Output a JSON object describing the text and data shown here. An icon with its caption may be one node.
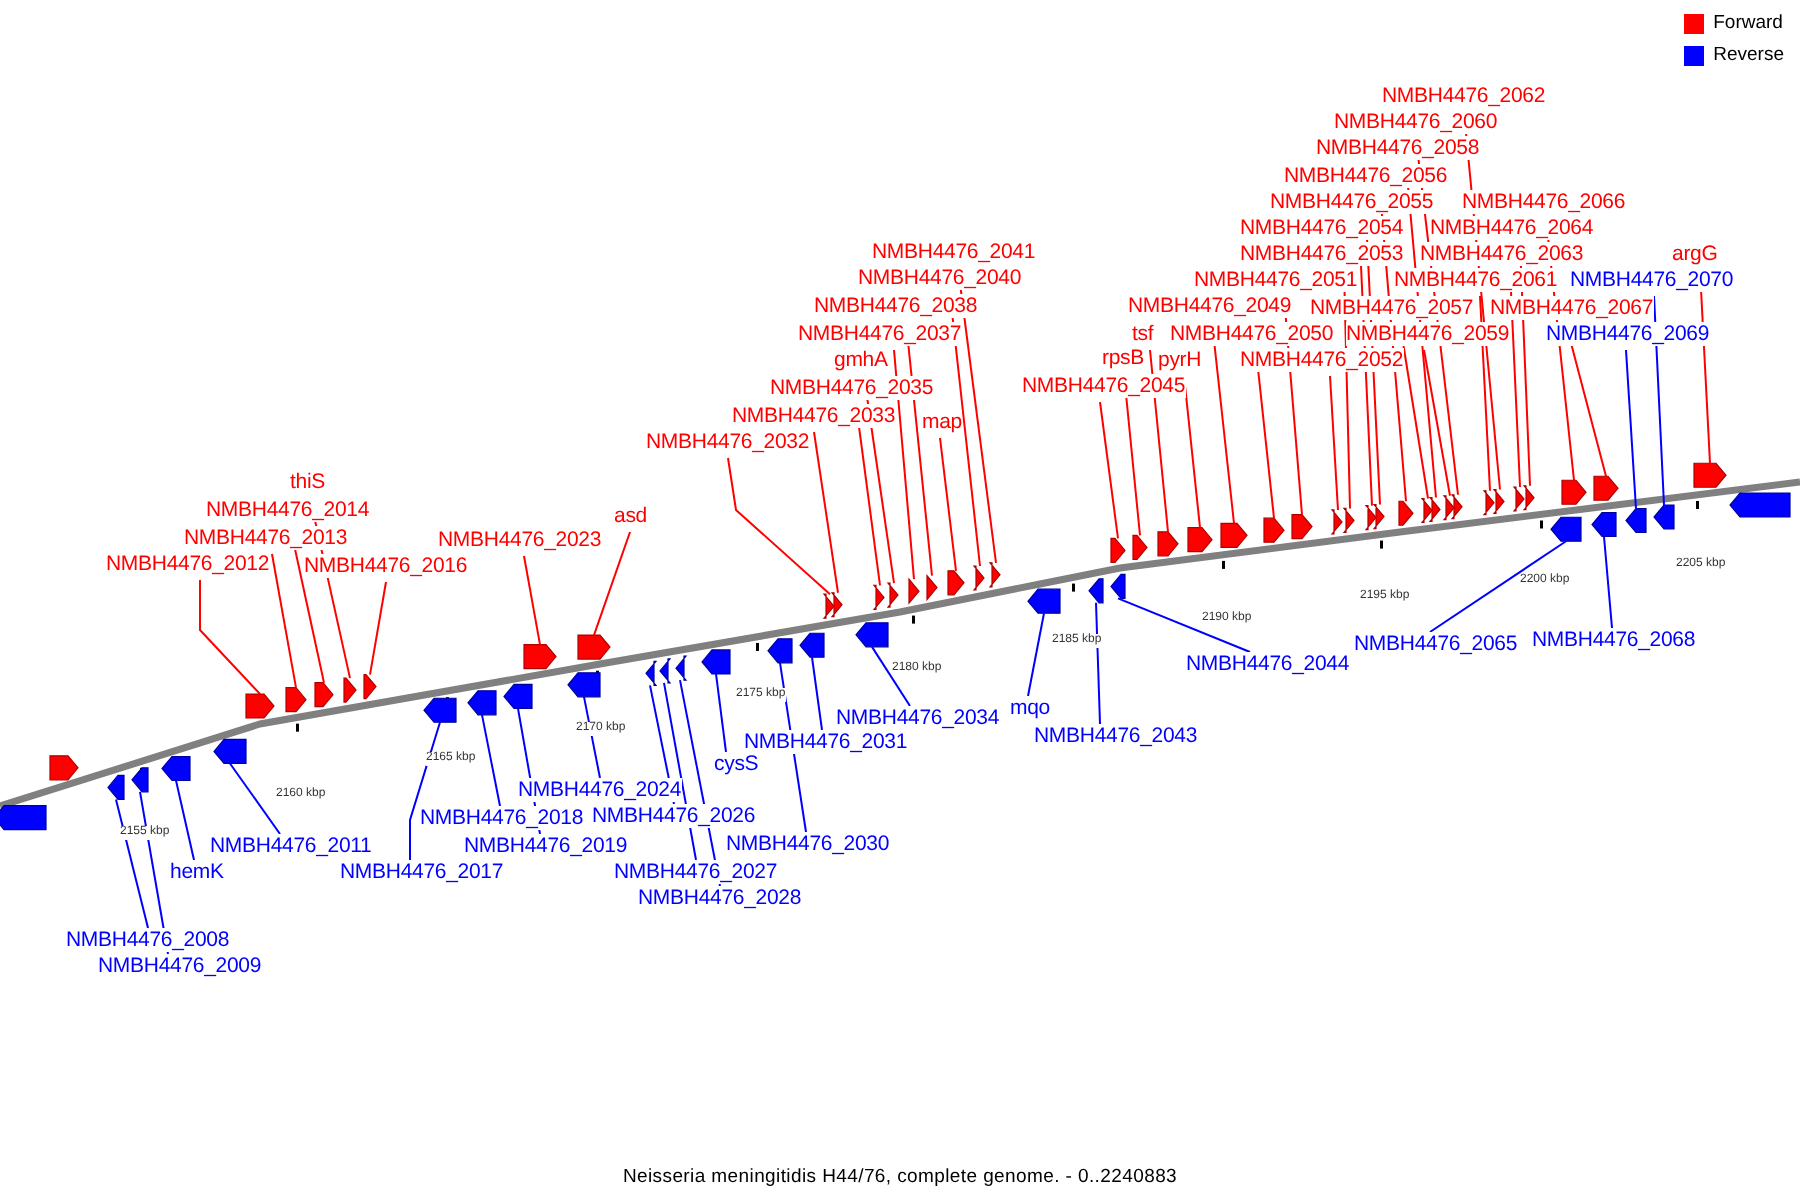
{
  "diagram": {
    "caption": "Neisseria meningitidis H44/76, complete genome. - 0..2240883",
    "nodes": [
      {
        "text": [
          "NMBH4476_2012"
        ]
      },
      {
        "text": [
          "NMBH4476_2013"
        ]
      },
      {
        "text": [
          "NMBH4476_2014"
        ]
      },
      {
        "text": [
          "thiS"
        ]
      },
      {
        "text": [
          "NMBH4476_2016"
        ]
      },
      {
        "text": [
          "NMBH4476_2023"
        ]
      },
      {
        "text": [
          "asd"
        ]
      },
      {
        "text": [
          "NMBH4476_2032"
        ]
      },
      {
        "text": [
          "NMBH4476_2033"
        ]
      },
      {
        "text": [
          "NMBH4476_2035"
        ]
      },
      {
        "text": [
          "gmhA"
        ]
      },
      {
        "text": [
          "NMBH4476_2037"
        ]
      },
      {
        "text": [
          "NMBH4476_2038"
        ]
      },
      {
        "text": [
          "map"
        ]
      },
      {
        "text": [
          "NMBH4476_2040"
        ]
      },
      {
        "text": [
          "NMBH4476_2041"
        ]
      },
      {
        "text": [
          "NMBH4476_2045"
        ]
      },
      {
        "text": [
          "rpsB"
        ]
      },
      {
        "text": [
          "tsf"
        ]
      },
      {
        "text": [
          "pyrH"
        ]
      },
      {
        "text": [
          "NMBH4476_2049"
        ]
      },
      {
        "text": [
          "NMBH4476_2050"
        ]
      },
      {
        "text": [
          "NMBH4476_2051"
        ]
      },
      {
        "text": [
          "NMBH4476_2052"
        ]
      },
      {
        "text": [
          "NMBH4476_2053"
        ]
      },
      {
        "text": [
          "NMBH4476_2054"
        ]
      },
      {
        "text": [
          "NMBH4476_2055"
        ]
      },
      {
        "text": [
          "NMBH4476_2056"
        ]
      },
      {
        "text": [
          "NMBH4476_2057"
        ]
      },
      {
        "text": [
          "NMBH4476_2058"
        ]
      },
      {
        "text": [
          "NMBH4476_2059"
        ]
      },
      {
        "text": [
          "NMBH4476_2060"
        ]
      },
      {
        "text": [
          "NMBH4476_2061"
        ]
      },
      {
        "text": [
          "NMBH4476_2062"
        ]
      },
      {
        "text": [
          "NMBH4476_2063"
        ]
      },
      {
        "text": [
          "NMBH4476_2064"
        ]
      },
      {
        "text": [
          "NMBH4476_2066"
        ]
      },
      {
        "text": [
          "NMBH4476_2067"
        ]
      },
      {
        "text": [
          "argG"
        ]
      },
      {
        "text": [
          "NMBH4476_2008"
        ]
      },
      {
        "text": [
          "NMBH4476_2009"
        ]
      },
      {
        "text": [
          "hemK"
        ]
      },
      {
        "text": [
          "NMBH4476_2011"
        ]
      },
      {
        "text": [
          "NMBH4476_2017"
        ]
      },
      {
        "text": [
          "NMBH4476_2018"
        ]
      },
      {
        "text": [
          "NMBH4476_2019"
        ]
      },
      {
        "text": [
          "NMBH4476_2024"
        ]
      },
      {
        "text": [
          "NMBH4476_2026"
        ]
      },
      {
        "text": [
          "NMBH4476_2027"
        ]
      },
      {
        "text": [
          "NMBH4476_2028"
        ]
      },
      {
        "text": [
          "cysS"
        ]
      },
      {
        "text": [
          "NMBH4476_2030"
        ]
      },
      {
        "text": [
          "NMBH4476_2031"
        ]
      },
      {
        "text": [
          "NMBH4476_2034"
        ]
      },
      {
        "text": [
          "mqo"
        ]
      },
      {
        "text": [
          "NMBH4476_2043"
        ]
      },
      {
        "text": [
          "NMBH4476_2044"
        ]
      },
      {
        "text": [
          "NMBH4476_2065"
        ]
      },
      {
        "text": [
          "NMBH4476_2068"
        ]
      },
      {
        "text": [
          "NMBH4476_2069"
        ]
      },
      {
        "text": [
          "NMBH4476_2070"
        ]
      },
      {
        "text": [],
        "shape": "box"
      },
      {
        "text": [],
        "shape": "box"
      },
      {
        "text": [],
        "shape": "box"
      },
      {
        "text": [],
        "shape": "box"
      },
      {
        "text": [],
        "shape": "box"
      },
      {
        "text": [],
        "shape": "box"
      },
      {
        "text": [],
        "shape": "box"
      },
      {
        "text": [],
        "shape": "box"
      },
      {
        "text": [],
        "shape": "box"
      },
      {
        "text": [],
        "shape": "box"
      },
      {
        "text": [],
        "shape": "box"
      },
      {
        "text": [],
        "shape": "box"
      },
      {
        "text": [],
        "shape": "box"
      },
      {
        "text": [],
        "shape": "box"
      },
      {
        "text": [],
        "shape": "box"
      },
      {
        "text": [],
        "shape": "box"
      },
      {
        "text": [],
        "shape": "box"
      },
      {
        "text": [],
        "shape": "box"
      },
      {
        "text": [],
        "shape": "box"
      },
      {
        "text": [],
        "shape": "box"
      },
      {
        "text": [],
        "shape": "box"
      },
      {
        "text": [],
        "shape": "box"
      },
      {
        "text": [],
        "shape": "box"
      },
      {
        "text": [],
        "shape": "box"
      },
      {
        "text": [],
        "shape": "box"
      },
      {
        "text": [],
        "shape": "box"
      },
      {
        "text": [],
        "shape": "box"
      },
      {
        "text": [],
        "shape": "box"
      },
      {
        "text": [],
        "shape": "box"
      },
      {
        "text": [],
        "shape": "box"
      },
      {
        "text": [],
        "shape": "box"
      },
      {
        "text": [],
        "shape": "box"
      },
      {
        "text": [],
        "shape": "box"
      },
      {
        "text": [],
        "shape": "box"
      },
      {
        "text": [],
        "shape": "box"
      },
      {
        "text": [],
        "shape": "box"
      },
      {
        "text": [],
        "shape": "box"
      },
      {
        "text": [],
        "shape": "box"
      },
      {
        "text": [],
        "shape": "box"
      },
      {
        "text": [],
        "shape": "box"
      },
      {
        "text": [],
        "shape": "box"
      },
      {
        "text": [],
        "shape": "box"
      },
      {
        "text": [],
        "shape": "box"
      },
      {
        "text": [],
        "shape": "box"
      },
      {
        "text": [],
        "shape": "box"
      },
      {
        "text": [],
        "shape": "box"
      },
      {
        "text": [],
        "shape": "box"
      },
      {
        "text": [],
        "shape": "box"
      },
      {
        "text": [],
        "shape": "box"
      },
      {
        "text": [],
        "shape": "box"
      },
      {
        "text": [],
        "shape": "box"
      },
      {
        "text": [],
        "shape": "box"
      },
      {
        "text": [],
        "shape": "box"
      },
      {
        "text": [],
        "shape": "box"
      },
      {
        "text": [],
        "shape": "box"
      },
      {
        "text": [],
        "shape": "box"
      },
      {
        "text": [],
        "shape": "box"
      },
      {
        "text": [],
        "shape": "box"
      },
      {
        "text": [],
        "shape": "box"
      },
      {
        "text": [],
        "shape": "box"
      },
      {
        "text": [],
        "shape": "box"
      },
      {
        "text": [],
        "shape": "box"
      },
      {
        "text": [],
        "shape": "box"
      },
      {
        "text": [],
        "shape": "box"
      }
    ],
    "edges": [
      {
        "from": 0,
        "to": 61,
        "arrow": "none"
      },
      {
        "from": 1,
        "to": 62,
        "arrow": "none"
      },
      {
        "from": 2,
        "to": 63,
        "arrow": "none"
      },
      {
        "from": 3,
        "to": 64,
        "arrow": "none"
      },
      {
        "from": 4,
        "to": 65,
        "arrow": "none"
      },
      {
        "from": 5,
        "to": 66,
        "arrow": "none"
      },
      {
        "from": 6,
        "to": 67,
        "arrow": "none"
      },
      {
        "from": 7,
        "to": 68,
        "arrow": "none"
      },
      {
        "from": 8,
        "to": 69,
        "arrow": "none"
      },
      {
        "from": 9,
        "to": 70,
        "arrow": "none"
      },
      {
        "from": 10,
        "to": 71,
        "arrow": "none"
      },
      {
        "from": 11,
        "to": 72,
        "arrow": "none"
      },
      {
        "from": 12,
        "to": 73,
        "arrow": "none"
      },
      {
        "from": 13,
        "to": 74,
        "arrow": "none"
      },
      {
        "from": 14,
        "to": 75,
        "arrow": "none"
      },
      {
        "from": 15,
        "to": 76,
        "arrow": "none"
      },
      {
        "from": 16,
        "to": 77,
        "arrow": "none"
      },
      {
        "from": 17,
        "to": 78,
        "arrow": "none"
      },
      {
        "from": 18,
        "to": 79,
        "arrow": "none"
      },
      {
        "from": 19,
        "to": 80,
        "arrow": "none"
      },
      {
        "from": 20,
        "to": 81,
        "arrow": "none"
      },
      {
        "from": 21,
        "to": 82,
        "arrow": "none"
      },
      {
        "from": 22,
        "to": 83,
        "arrow": "none"
      },
      {
        "from": 23,
        "to": 84,
        "arrow": "none"
      },
      {
        "from": 24,
        "to": 85,
        "arrow": "none"
      },
      {
        "from": 25,
        "to": 86,
        "arrow": "none"
      },
      {
        "from": 26,
        "to": 87,
        "arrow": "none"
      },
      {
        "from": 27,
        "to": 88,
        "arrow": "none"
      },
      {
        "from": 28,
        "to": 89,
        "arrow": "none"
      },
      {
        "from": 29,
        "to": 90,
        "arrow": "none"
      },
      {
        "from": 30,
        "to": 91,
        "arrow": "none"
      },
      {
        "from": 31,
        "to": 92,
        "arrow": "none"
      },
      {
        "from": 32,
        "to": 93,
        "arrow": "none"
      },
      {
        "from": 33,
        "to": 94,
        "arrow": "none"
      },
      {
        "from": 34,
        "to": 95,
        "arrow": "none"
      },
      {
        "from": 35,
        "to": 96,
        "arrow": "none"
      },
      {
        "from": 36,
        "to": 97,
        "arrow": "none"
      },
      {
        "from": 37,
        "to": 98,
        "arrow": "none"
      },
      {
        "from": 38,
        "to": 99,
        "arrow": "none"
      },
      {
        "from": 39,
        "to": 100,
        "arrow": "none",
        "color": "#0000ff"
      },
      {
        "from": 40,
        "to": 101,
        "arrow": "none",
        "color": "#0000ff"
      },
      {
        "from": 41,
        "to": 102,
        "arrow": "none",
        "color": "#0000ff"
      },
      {
        "from": 42,
        "to": 103,
        "arrow": "none",
        "color": "#0000ff"
      },
      {
        "from": 43,
        "to": 104,
        "arrow": "none",
        "color": "#0000ff"
      },
      {
        "from": 44,
        "to": 105,
        "arrow": "none",
        "color": "#0000ff"
      },
      {
        "from": 45,
        "to": 106,
        "arrow": "none",
        "color": "#0000ff"
      },
      {
        "from": 46,
        "to": 107,
        "arrow": "none",
        "color": "#0000ff"
      },
      {
        "from": 47,
        "to": 108,
        "arrow": "none",
        "color": "#0000ff"
      },
      {
        "from": 48,
        "to": 109,
        "arrow": "none",
        "color": "#0000ff"
      },
      {
        "from": 49,
        "to": 110,
        "arrow": "none",
        "color": "#0000ff"
      },
      {
        "from": 50,
        "to": 111,
        "arrow": "none",
        "color": "#0000ff"
      },
      {
        "from": 51,
        "to": 112,
        "arrow": "none",
        "color": "#0000ff"
      },
      {
        "from": 52,
        "to": 113,
        "arrow": "none",
        "color": "#0000ff"
      },
      {
        "from": 53,
        "to": 114,
        "arrow": "none",
        "color": "#0000ff"
      },
      {
        "from": 54,
        "to": 115,
        "arrow": "none",
        "color": "#0000ff"
      },
      {
        "from": 55,
        "to": 116,
        "arrow": "none",
        "color": "#0000ff"
      },
      {
        "from": 56,
        "to": 117,
        "arrow": "none",
        "color": "#0000ff"
      },
      {
        "from": 57,
        "to": 118,
        "arrow": "none",
        "color": "#0000ff"
      },
      {
        "from": 58,
        "to": 119,
        "arrow": "none",
        "color": "#0000ff"
      },
      {
        "from": 59,
        "to": 120,
        "arrow": "none",
        "color": "#0000ff"
      },
      {
        "from": 60,
        "to": 121,
        "arrow": "none",
        "color": "#0000ff"
      }
    ],
    "labels": [
      "2155 kbp",
      "2160 kbp",
      "2165 kbp",
      "2170 kbp",
      "2175 kbp",
      "2180 kbp",
      "2185 kbp",
      "2190 kbp",
      "2195 kbp",
      "2200 kbp",
      "2205 kbp"
    ],
    "legend": [
      {
        "text": "Forward",
        "color": "#ff0000"
      },
      {
        "text": "Reverse",
        "color": "#0000ff"
      }
    ]
  }
}
